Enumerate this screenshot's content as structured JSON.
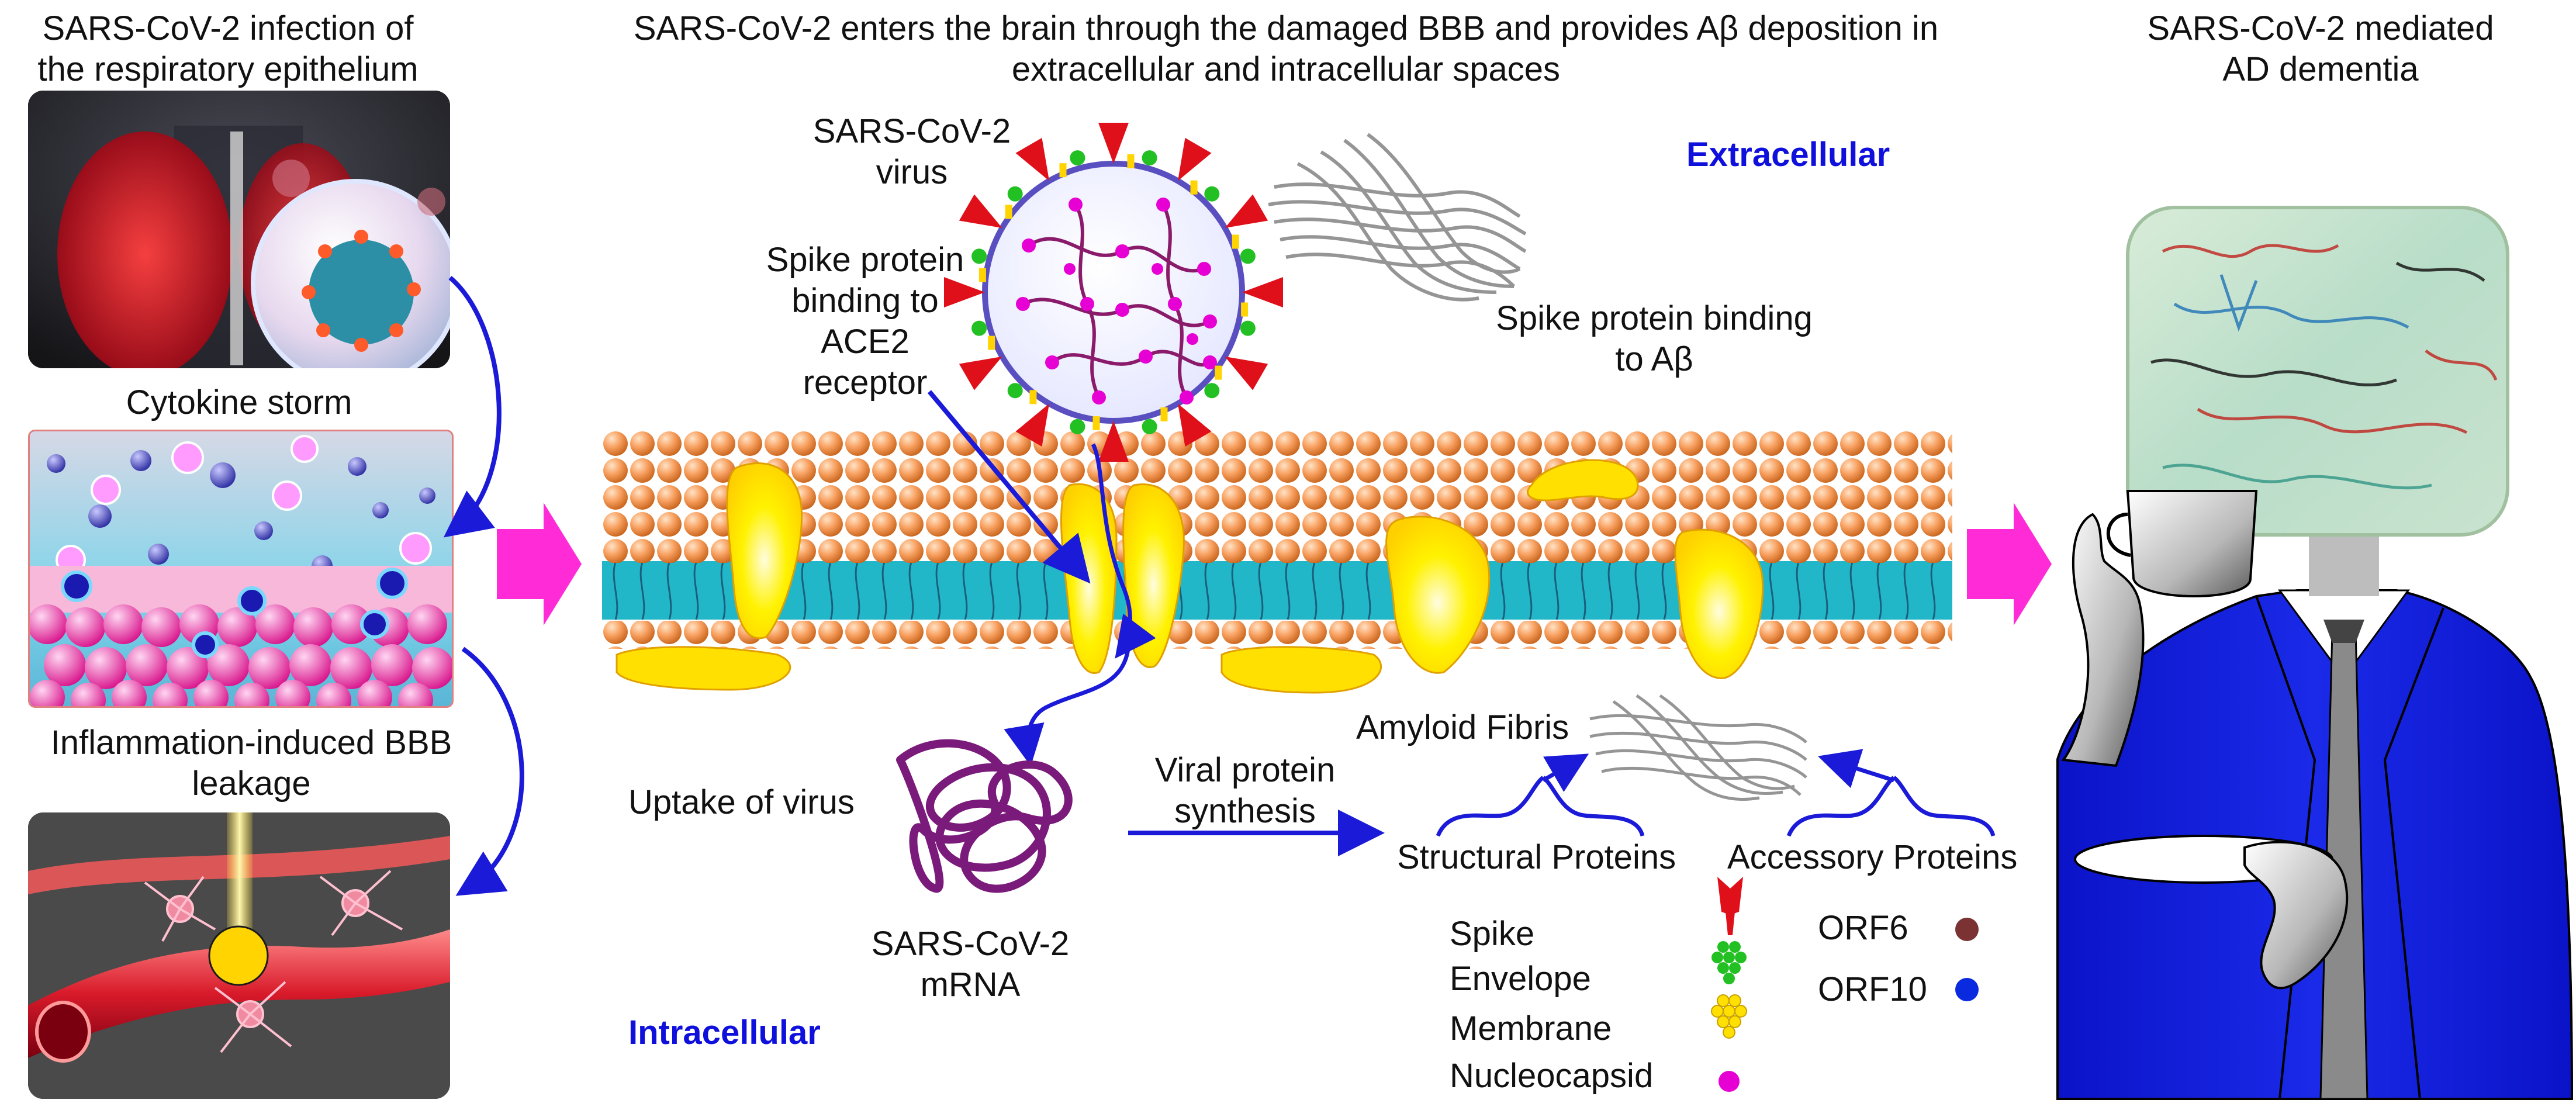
{
  "left": {
    "infection_title": "SARS-CoV-2 infection of\nthe respiratory epithelium",
    "cytokine_title": "Cytokine storm",
    "bbb_title": "Inflammation-induced BBB\nleakage"
  },
  "center": {
    "title": "SARS-CoV-2 enters the brain through the damaged BBB and provides Aβ deposition in\nextracellular and intracellular spaces",
    "virus_label": "SARS-CoV-2\nvirus",
    "extracellular_label": "Extracellular",
    "intracellular_label": "Intracellular",
    "spike_ace2_label": "Spike protein\nbinding to\nACE2\nreceptor",
    "spike_abeta_label": "Spike protein binding\nto Aβ",
    "amyloid_label": "Amyloid Fibris",
    "uptake_label": "Uptake of virus",
    "mrna_label": "SARS-CoV-2\nmRNA",
    "synthesis_label": "Viral protein\nsynthesis",
    "structural_label": "Structural Proteins",
    "accessory_label": "Accessory Proteins"
  },
  "legend": {
    "structural": [
      "Spike",
      "Envelope",
      "Membrane",
      "Nucleocapsid"
    ],
    "accessory": [
      "ORF6",
      "ORF10"
    ]
  },
  "right": {
    "title": "SARS-CoV-2 mediated\nAD dementia"
  },
  "colors": {
    "arrow_blue": "#1a1ad8",
    "big_arrow": "#ff2bd6",
    "bilayer_head": "#f08a3a",
    "membrane_core": "#22b7c8",
    "protein_yellow": "#ffe000",
    "spike_red": "#e0101a",
    "envelope_green": "#22c022",
    "nucleocapsid_magenta": "#e600d4",
    "orf6": "#7a3232",
    "orf10": "#0a2ae0",
    "mrna_purple": "#7a1a7a"
  }
}
